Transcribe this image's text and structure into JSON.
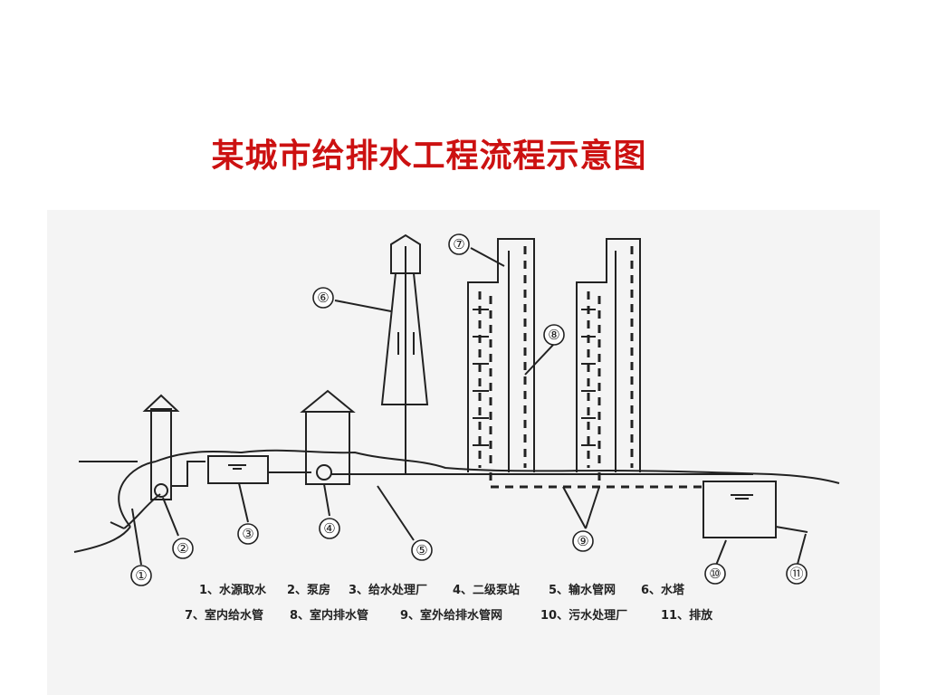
{
  "slide": {
    "title": "某城市给排水工程流程示意图"
  },
  "markers": [
    {
      "n": "①"
    },
    {
      "n": "②"
    },
    {
      "n": "③"
    },
    {
      "n": "④"
    },
    {
      "n": "⑤"
    },
    {
      "n": "⑥"
    },
    {
      "n": "⑦"
    },
    {
      "n": "⑧"
    },
    {
      "n": "⑨"
    },
    {
      "n": "⑩"
    },
    {
      "n": "⑪"
    }
  ],
  "legend": [
    "1、水源取水",
    "2、泵房",
    "3、给水处理厂",
    "4、二级泵站",
    "5、输水管网",
    "6、水塔",
    "7、室内给水管",
    "8、室内排水管",
    "9、室外给排水管网",
    "10、污水处理厂",
    "11、排放"
  ],
  "colors": {
    "title": "#cc1111",
    "line": "#222222",
    "panel": "#f4f4f4"
  }
}
